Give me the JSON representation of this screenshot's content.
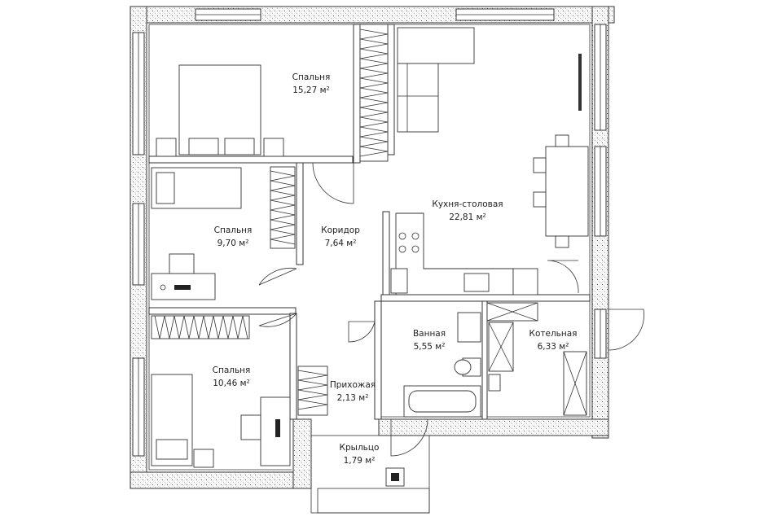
{
  "rooms": [
    {
      "id": "bedroom1",
      "name": "Спальня",
      "area": "15,27 м²"
    },
    {
      "id": "bedroom2",
      "name": "Спальня",
      "area": "9,70 м²"
    },
    {
      "id": "bedroom3",
      "name": "Спальня",
      "area": "10,46 м²"
    },
    {
      "id": "corridor",
      "name": "Коридор",
      "area": "7,64 м²"
    },
    {
      "id": "kitchen",
      "name": "Кухня-столовая",
      "area": "22,81 м²"
    },
    {
      "id": "bathroom",
      "name": "Ванная",
      "area": "5,55 м²"
    },
    {
      "id": "boiler",
      "name": "Котельная",
      "area": "6,33 м²"
    },
    {
      "id": "hallway",
      "name": "Прихожая",
      "area": "2,13 м²"
    },
    {
      "id": "porch",
      "name": "Крыльцо",
      "area": "1,79 м²"
    }
  ]
}
